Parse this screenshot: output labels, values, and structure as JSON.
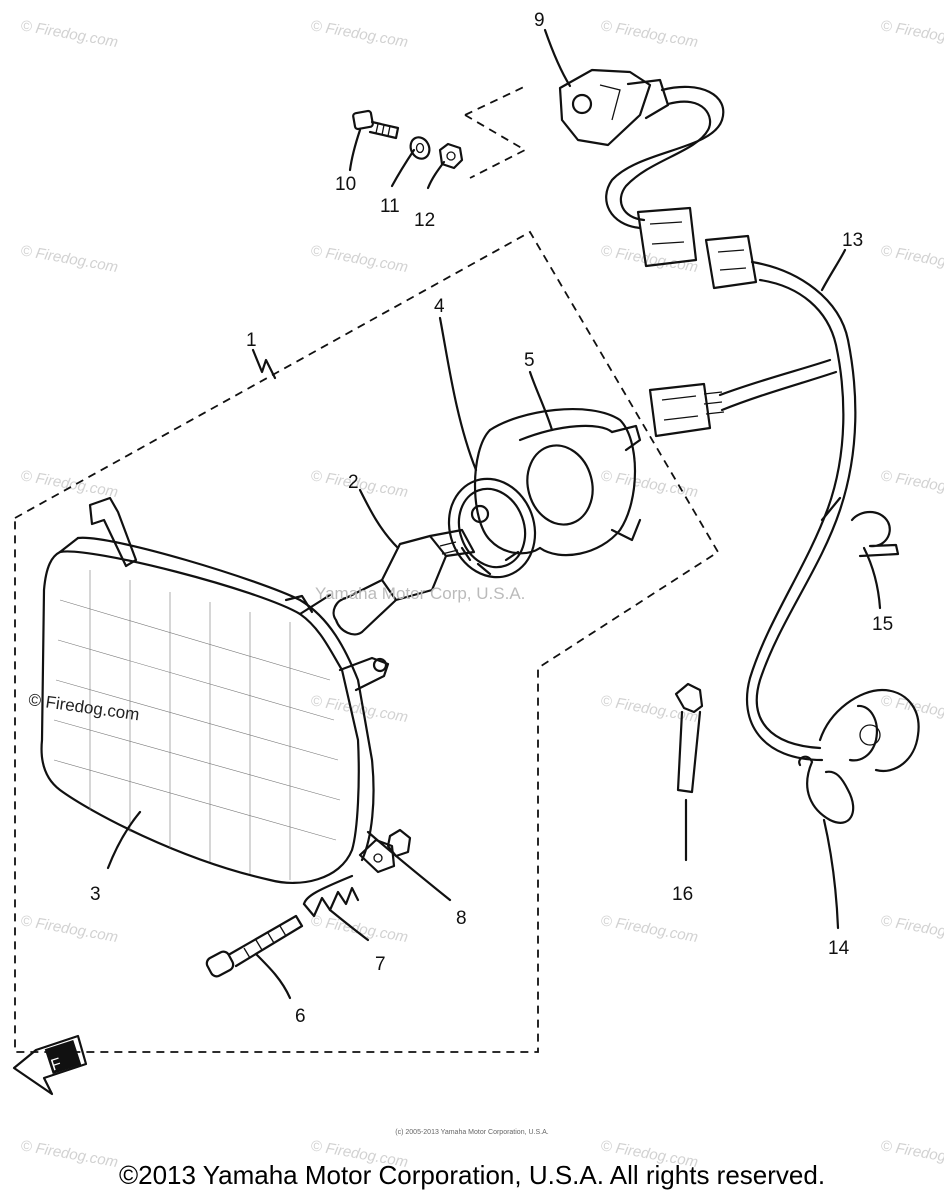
{
  "diagram": {
    "part_numbers": [
      "1",
      "2",
      "3",
      "4",
      "5",
      "6",
      "7",
      "8",
      "9",
      "10",
      "11",
      "12",
      "13",
      "14",
      "15",
      "16"
    ],
    "arrow_label": "F",
    "center_watermark": "Yamaha Motor Corp, U.S.A.",
    "watermark_text": "© Firedog.com",
    "main_watermark": "© Firedog.com",
    "tiny_copyright": "(c) 2005-2013 Yamaha Motor Corporation, U.S.A.",
    "copyright": "©2013 Yamaha Motor Corporation, U.S.A. All rights reserved."
  }
}
